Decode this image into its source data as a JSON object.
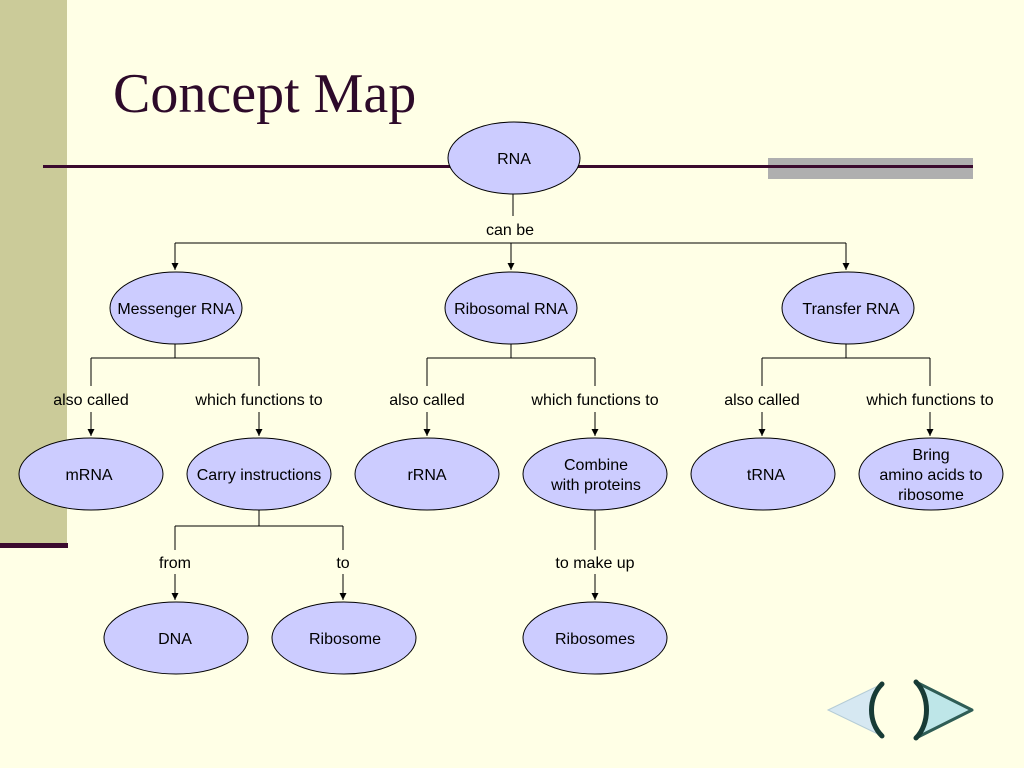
{
  "slide": {
    "title": "Concept Map"
  },
  "nodes": {
    "rna": [
      "RNA"
    ],
    "messenger_rna": [
      "Messenger RNA"
    ],
    "ribosomal_rna": [
      "Ribosomal RNA"
    ],
    "transfer_rna": [
      "Transfer RNA"
    ],
    "mrna": [
      "mRNA"
    ],
    "carry_instructions": [
      "Carry instructions"
    ],
    "rrna": [
      "rRNA"
    ],
    "combine_with_proteins": [
      "Combine",
      "with proteins"
    ],
    "trna": [
      "tRNA"
    ],
    "bring_amino_acids": [
      "Bring",
      "amino acids to",
      "ribosome"
    ],
    "dna": [
      "DNA"
    ],
    "ribosome": [
      "Ribosome"
    ],
    "ribosomes": [
      "Ribosomes"
    ]
  },
  "links": {
    "can_be": "can be",
    "messenger_also_called": "also called",
    "messenger_functions": "which functions to",
    "ribosomal_also_called": "also called",
    "ribosomal_functions": "which functions to",
    "transfer_also_called": "also called",
    "transfer_functions": "which functions to",
    "from": "from",
    "to": "to",
    "to_make_up": "to make up"
  },
  "navigation": {
    "prev_icon": "previous-arrow-icon",
    "next_icon": "next-arrow-icon"
  }
}
